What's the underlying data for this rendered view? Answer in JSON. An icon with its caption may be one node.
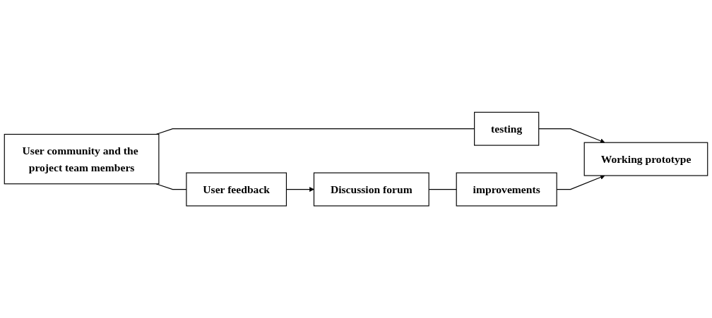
{
  "diagram": {
    "nodes": [
      {
        "text": [
          "User community and the project team members"
        ]
      },
      {
        "text": [
          "testing"
        ]
      },
      {
        "text": [
          "Working prototype"
        ]
      },
      {
        "text": [
          "User feedback"
        ]
      },
      {
        "text": [
          "improvements"
        ]
      },
      {
        "text": [
          "Discussion forum"
        ]
      }
    ],
    "edges": [
      {
        "from": 0,
        "to": 1,
        "arrow": "none"
      },
      {
        "from": 1,
        "to": 2,
        "arrow": "to"
      },
      {
        "from": 0,
        "to": 3,
        "arrow": "none"
      },
      {
        "from": 3,
        "to": 5,
        "arrow": "to"
      },
      {
        "from": 5,
        "to": 4,
        "arrow": "none"
      },
      {
        "from": 4,
        "to": 2,
        "arrow": "to"
      }
    ]
  }
}
